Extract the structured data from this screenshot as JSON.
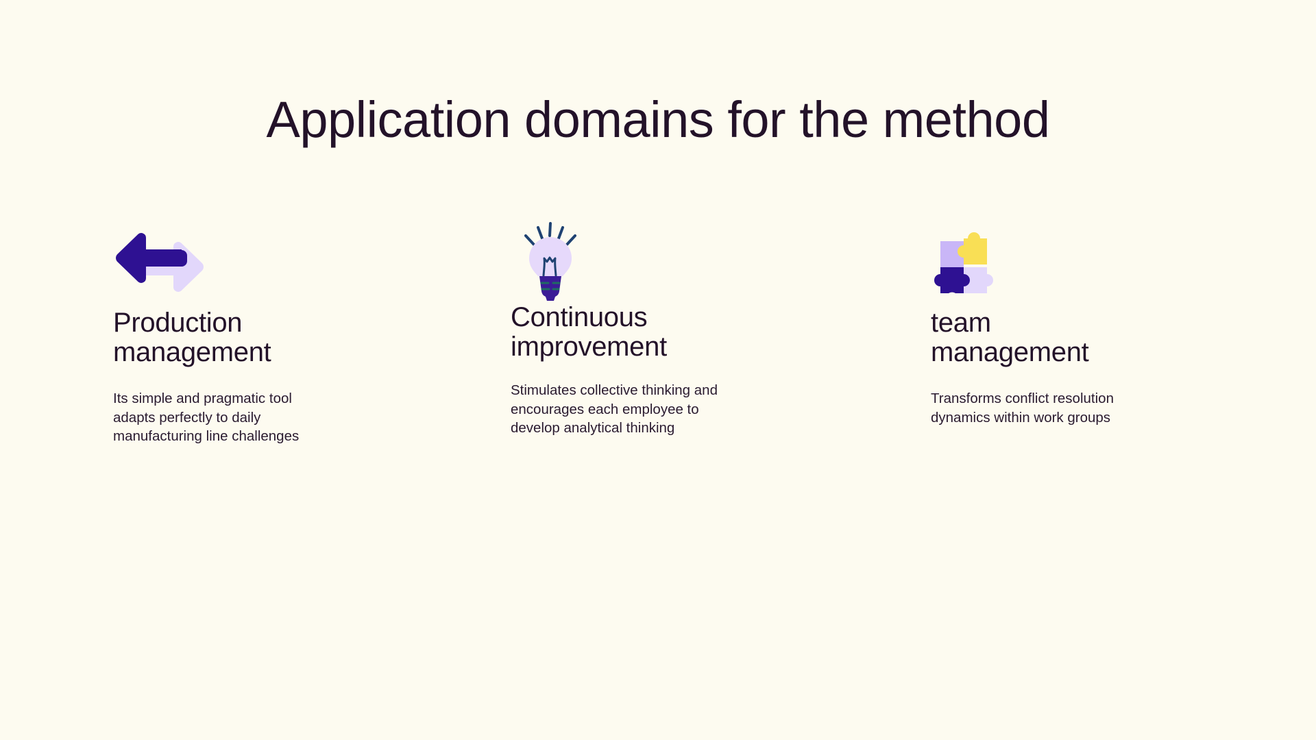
{
  "slide": {
    "background_color": "#FDFBF0",
    "text_color": "#231229",
    "title": "Application domains for the method"
  },
  "palette": {
    "deep_purple": "#2E1192",
    "light_lavender": "#E2D7FB",
    "mid_lavender": "#C9B6F7",
    "yellow": "#F9DF55",
    "navy": "#1F4272",
    "bulb_glass": "#E6D9FB",
    "bulb_base": "#3B1C96"
  },
  "columns": [
    {
      "icon": "two-arrows-icon",
      "title": "Production\nmanagement",
      "description": "Its simple and pragmatic tool adapts perfectly to daily manufacturing line challenges"
    },
    {
      "icon": "lightbulb-icon",
      "title": "Continuous\nimprovement",
      "description": "Stimulates collective thinking and encourages each employee to develop analytical thinking"
    },
    {
      "icon": "puzzle-pieces-icon",
      "title": "team\nmanagement",
      "description": "Transforms conflict resolution dynamics within work groups"
    }
  ]
}
